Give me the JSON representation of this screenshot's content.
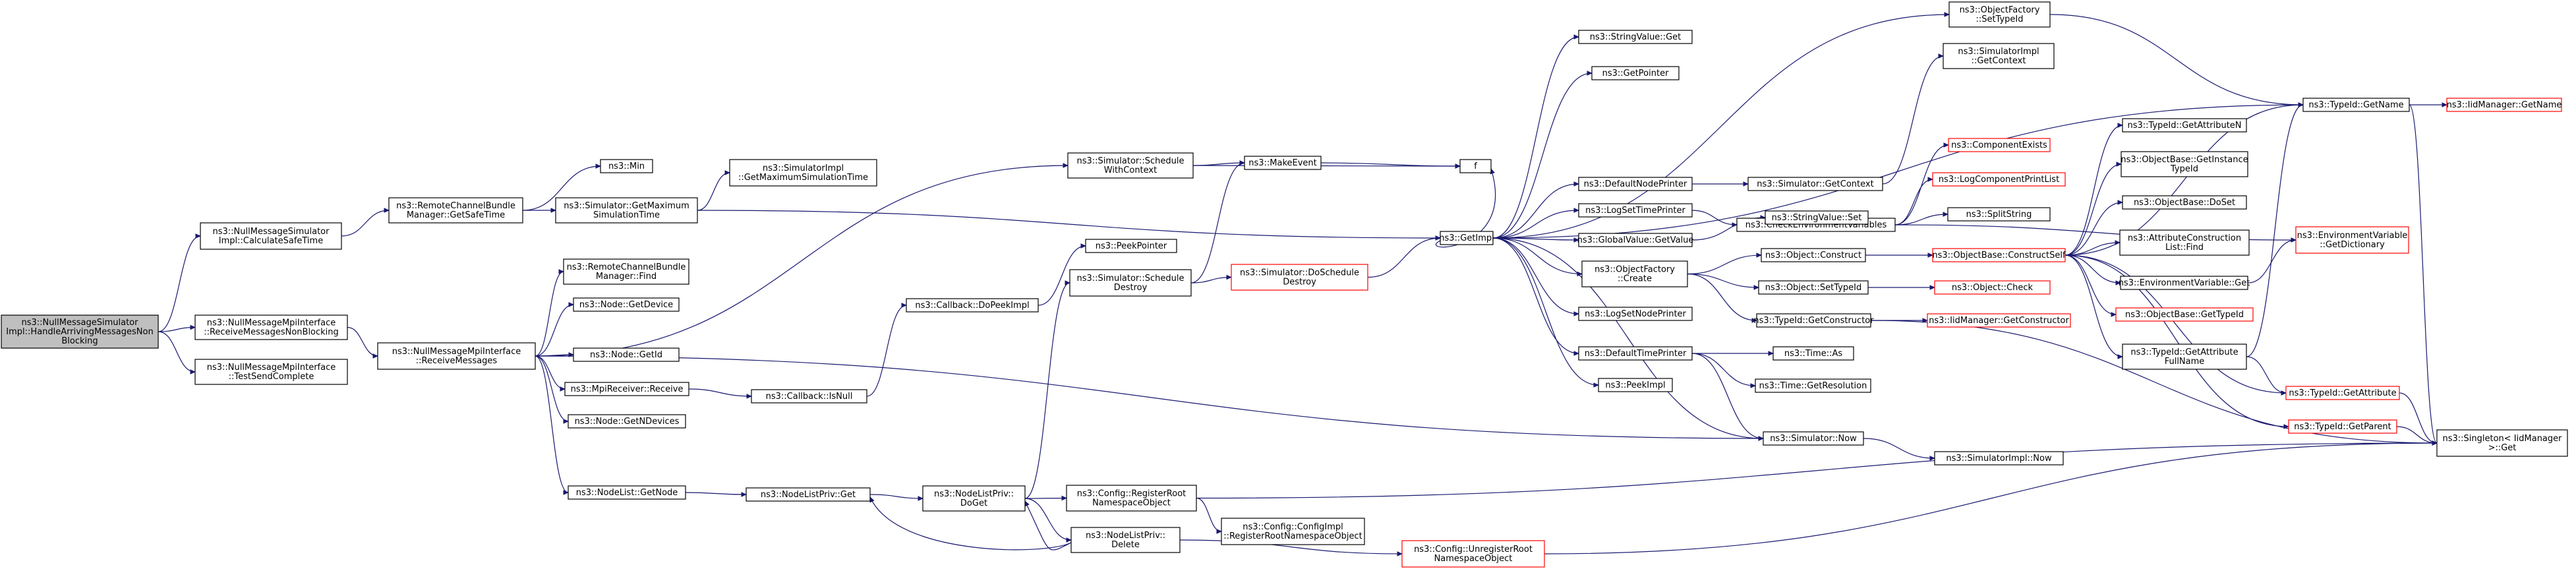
{
  "colors": {
    "edge": "#191970",
    "node_border": "#000000",
    "node_border_truncated": "#ff0000",
    "node_fill": "#ffffff",
    "root_fill": "#bfbfbf"
  },
  "nodes": [
    {
      "id": "root",
      "lines": [
        "ns3::NullMessageSimulator",
        "Impl::HandleArrivingMessagesNon",
        "Blocking"
      ],
      "root": true
    },
    {
      "id": "n1",
      "lines": [
        "ns3::NullMessageSimulator",
        "Impl::CalculateSafeTime"
      ]
    },
    {
      "id": "n2",
      "lines": [
        "ns3::NullMessageMpiInterface",
        "::ReceiveMessagesNonBlocking"
      ]
    },
    {
      "id": "n3",
      "lines": [
        "ns3::NullMessageMpiInterface",
        "::TestSendComplete"
      ]
    },
    {
      "id": "n4",
      "lines": [
        "ns3::RemoteChannelBundle",
        "Manager::GetSafeTime"
      ]
    },
    {
      "id": "n5",
      "lines": [
        "ns3::Simulator::GetMaximum",
        "SimulationTime"
      ]
    },
    {
      "id": "n6",
      "lines": [
        "ns3::Min"
      ]
    },
    {
      "id": "n7",
      "lines": [
        "ns3::SimulatorImpl",
        "::GetMaximumSimulationTime"
      ]
    },
    {
      "id": "n8",
      "lines": [
        "ns3::NullMessageMpiInterface",
        "::ReceiveMessages"
      ]
    },
    {
      "id": "n9",
      "lines": [
        "ns3::Simulator::Schedule",
        "WithContext"
      ]
    },
    {
      "id": "n10",
      "lines": [
        "ns3::MakeEvent"
      ]
    },
    {
      "id": "n11",
      "lines": [
        "f"
      ]
    },
    {
      "id": "n12",
      "lines": [
        "ns3::RemoteChannelBundle",
        "Manager::Find"
      ]
    },
    {
      "id": "n13",
      "lines": [
        "ns3::Node::GetDevice"
      ]
    },
    {
      "id": "n14",
      "lines": [
        "ns3::Node::GetId"
      ]
    },
    {
      "id": "n15",
      "lines": [
        "ns3::MpiReceiver::Receive"
      ]
    },
    {
      "id": "n16",
      "lines": [
        "ns3::Node::GetNDevices"
      ]
    },
    {
      "id": "n17",
      "lines": [
        "ns3::NodeList::GetNode"
      ]
    },
    {
      "id": "n18",
      "lines": [
        "ns3::Callback::IsNull"
      ]
    },
    {
      "id": "n19",
      "lines": [
        "ns3::Callback::DoPeekImpl"
      ]
    },
    {
      "id": "n20",
      "lines": [
        "ns3::PeekPointer"
      ]
    },
    {
      "id": "n21",
      "lines": [
        "ns3::Simulator::Schedule",
        "Destroy"
      ]
    },
    {
      "id": "n22",
      "lines": [
        "ns3::Simulator::DoSchedule",
        "Destroy"
      ],
      "truncated": true
    },
    {
      "id": "n23",
      "lines": [
        "ns3::NodeListPriv::Get"
      ]
    },
    {
      "id": "n24",
      "lines": [
        "ns3::NodeListPriv::",
        "DoGet"
      ]
    },
    {
      "id": "n25",
      "lines": [
        "ns3::NodeListPriv::",
        "Delete"
      ]
    },
    {
      "id": "n26",
      "lines": [
        "ns3::Config::RegisterRoot",
        "NamespaceObject"
      ]
    },
    {
      "id": "n27",
      "lines": [
        "ns3::Config::ConfigImpl",
        "::RegisterRootNamespaceObject"
      ]
    },
    {
      "id": "n28",
      "lines": [
        "ns3::Config::UnregisterRoot",
        "NamespaceObject"
      ],
      "truncated": true
    },
    {
      "id": "n29",
      "lines": [
        "ns3::GetImpl"
      ]
    },
    {
      "id": "n30",
      "lines": [
        "ns3::StringValue::Get"
      ]
    },
    {
      "id": "n31",
      "lines": [
        "ns3::GetPointer"
      ]
    },
    {
      "id": "n32",
      "lines": [
        "ns3::DefaultNodePrinter"
      ]
    },
    {
      "id": "n33",
      "lines": [
        "ns3::Simulator::GetContext"
      ]
    },
    {
      "id": "n34",
      "lines": [
        "ns3::LogSetTimePrinter"
      ]
    },
    {
      "id": "n35",
      "lines": [
        "ns3::GlobalValue::GetValue"
      ]
    },
    {
      "id": "n36",
      "lines": [
        "ns3::ObjectFactory",
        "::Create"
      ]
    },
    {
      "id": "n37",
      "lines": [
        "ns3::LogSetNodePrinter"
      ]
    },
    {
      "id": "n38",
      "lines": [
        "ns3::DefaultTimePrinter"
      ]
    },
    {
      "id": "n39",
      "lines": [
        "ns3::PeekImpl"
      ]
    },
    {
      "id": "n40",
      "lines": [
        "ns3::Simulator::Now"
      ]
    },
    {
      "id": "n41",
      "lines": [
        "ns3::SimulatorImpl::Now"
      ]
    },
    {
      "id": "n42",
      "lines": [
        "ns3::ObjectFactory",
        "::SetTypeId"
      ]
    },
    {
      "id": "n43",
      "lines": [
        "ns3::SimulatorImpl",
        "::GetContext"
      ]
    },
    {
      "id": "n44",
      "lines": [
        "ns3::CheckEnvironmentVariables"
      ]
    },
    {
      "id": "n45",
      "lines": [
        "ns3::ComponentExists"
      ],
      "truncated": true
    },
    {
      "id": "n46",
      "lines": [
        "ns3::LogComponentPrintList"
      ],
      "truncated": true
    },
    {
      "id": "n47",
      "lines": [
        "ns3::SplitString"
      ]
    },
    {
      "id": "n48",
      "lines": [
        "ns3::StringValue::Set"
      ]
    },
    {
      "id": "n49",
      "lines": [
        "ns3::Object::Construct"
      ]
    },
    {
      "id": "n50",
      "lines": [
        "ns3::Object::SetTypeId"
      ]
    },
    {
      "id": "n51",
      "lines": [
        "ns3::TypeId::GetConstructor"
      ]
    },
    {
      "id": "n52",
      "lines": [
        "ns3::Time::As"
      ]
    },
    {
      "id": "n53",
      "lines": [
        "ns3::Time::GetResolution"
      ]
    },
    {
      "id": "n54",
      "lines": [
        "ns3::ObjectBase::ConstructSelf"
      ],
      "truncated": true
    },
    {
      "id": "n55",
      "lines": [
        "ns3::Object::Check"
      ],
      "truncated": true
    },
    {
      "id": "n56",
      "lines": [
        "ns3::IidManager::GetConstructor"
      ],
      "truncated": true
    },
    {
      "id": "n57",
      "lines": [
        "ns3::TypeId::GetName"
      ]
    },
    {
      "id": "n58",
      "lines": [
        "ns3::IidManager::GetName"
      ],
      "truncated": true
    },
    {
      "id": "n59",
      "lines": [
        "ns3::TypeId::GetAttributeN"
      ]
    },
    {
      "id": "n60",
      "lines": [
        "ns3::ObjectBase::GetInstance",
        "TypeId"
      ]
    },
    {
      "id": "n61",
      "lines": [
        "ns3::ObjectBase::DoSet"
      ]
    },
    {
      "id": "n62",
      "lines": [
        "ns3::AttributeConstruction",
        "List::Find"
      ]
    },
    {
      "id": "n63",
      "lines": [
        "ns3::EnvironmentVariable::Get"
      ]
    },
    {
      "id": "n64",
      "lines": [
        "ns3::ObjectBase::GetTypeId"
      ],
      "truncated": true
    },
    {
      "id": "n65",
      "lines": [
        "ns3::TypeId::GetAttribute",
        "FullName"
      ]
    },
    {
      "id": "n66",
      "lines": [
        "ns3::TypeId::GetAttribute"
      ],
      "truncated": true
    },
    {
      "id": "n67",
      "lines": [
        "ns3::TypeId::GetParent"
      ],
      "truncated": true
    },
    {
      "id": "n68",
      "lines": [
        "ns3::EnvironmentVariable",
        "::GetDictionary"
      ],
      "truncated": true
    },
    {
      "id": "n69",
      "lines": [
        "ns3::Singleton< IidManager",
        " >::Get"
      ]
    }
  ],
  "edges": [
    [
      "root",
      "n1"
    ],
    [
      "root",
      "n2"
    ],
    [
      "root",
      "n3"
    ],
    [
      "n1",
      "n4"
    ],
    [
      "n4",
      "n6"
    ],
    [
      "n4",
      "n5"
    ],
    [
      "n5",
      "n7"
    ],
    [
      "n5",
      "n29"
    ],
    [
      "n2",
      "n8"
    ],
    [
      "n8",
      "n9"
    ],
    [
      "n8",
      "n12"
    ],
    [
      "n8",
      "n13"
    ],
    [
      "n8",
      "n14"
    ],
    [
      "n8",
      "n15"
    ],
    [
      "n8",
      "n16"
    ],
    [
      "n8",
      "n17"
    ],
    [
      "n8",
      "n40"
    ],
    [
      "n9",
      "n10"
    ],
    [
      "n9",
      "n11"
    ],
    [
      "n10",
      "n11"
    ],
    [
      "n15",
      "n18"
    ],
    [
      "n18",
      "n19"
    ],
    [
      "n19",
      "n20"
    ],
    [
      "n17",
      "n23"
    ],
    [
      "n23",
      "n24"
    ],
    [
      "n24",
      "n21"
    ],
    [
      "n24",
      "n26"
    ],
    [
      "n24",
      "n25"
    ],
    [
      "n25",
      "n24"
    ],
    [
      "n25",
      "n23"
    ],
    [
      "n25",
      "n28"
    ],
    [
      "n21",
      "n10"
    ],
    [
      "n21",
      "n22"
    ],
    [
      "n22",
      "n29"
    ],
    [
      "n26",
      "n27"
    ],
    [
      "n26",
      "n69"
    ],
    [
      "n28",
      "n69"
    ],
    [
      "n29",
      "n30"
    ],
    [
      "n29",
      "n31"
    ],
    [
      "n29",
      "n32"
    ],
    [
      "n29",
      "n34"
    ],
    [
      "n29",
      "n35"
    ],
    [
      "n29",
      "n36"
    ],
    [
      "n29",
      "n37"
    ],
    [
      "n29",
      "n38"
    ],
    [
      "n29",
      "n39"
    ],
    [
      "n29",
      "n40"
    ],
    [
      "n29",
      "n42"
    ],
    [
      "n29",
      "n57"
    ],
    [
      "n29",
      "n11"
    ],
    [
      "n32",
      "n33"
    ],
    [
      "n33",
      "n43"
    ],
    [
      "n34",
      "n44"
    ],
    [
      "n44",
      "n45"
    ],
    [
      "n44",
      "n46"
    ],
    [
      "n44",
      "n47"
    ],
    [
      "n44",
      "n68"
    ],
    [
      "n35",
      "n48"
    ],
    [
      "n36",
      "n49"
    ],
    [
      "n36",
      "n50"
    ],
    [
      "n36",
      "n51"
    ],
    [
      "n38",
      "n52"
    ],
    [
      "n38",
      "n53"
    ],
    [
      "n38",
      "n40"
    ],
    [
      "n40",
      "n41"
    ],
    [
      "n42",
      "n57"
    ],
    [
      "n57",
      "n58"
    ],
    [
      "n57",
      "n69"
    ],
    [
      "n49",
      "n54"
    ],
    [
      "n50",
      "n55"
    ],
    [
      "n51",
      "n56"
    ],
    [
      "n51",
      "n69"
    ],
    [
      "n54",
      "n59"
    ],
    [
      "n54",
      "n60"
    ],
    [
      "n54",
      "n61"
    ],
    [
      "n54",
      "n62"
    ],
    [
      "n54",
      "n63"
    ],
    [
      "n54",
      "n64"
    ],
    [
      "n54",
      "n65"
    ],
    [
      "n54",
      "n66"
    ],
    [
      "n54",
      "n67"
    ],
    [
      "n54",
      "n57"
    ],
    [
      "n63",
      "n68"
    ],
    [
      "n65",
      "n57"
    ],
    [
      "n65",
      "n66"
    ],
    [
      "n66",
      "n69"
    ],
    [
      "n67",
      "n69"
    ]
  ]
}
